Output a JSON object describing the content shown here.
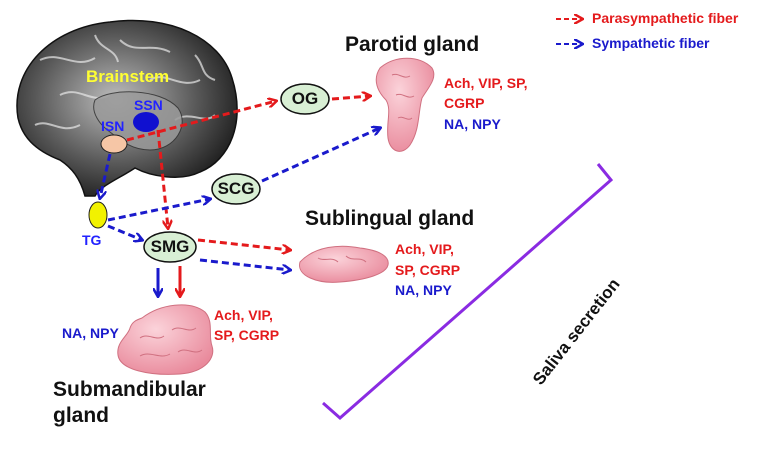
{
  "legend": {
    "parasympathetic": "Parasympathetic fiber",
    "sympathetic": "Sympathetic fiber"
  },
  "colors": {
    "parasympathetic": "#e41a1c",
    "sympathetic": "#1a1acc",
    "bracket": "#8a2be2",
    "gland": "#f4a6b4",
    "node_fill": "#d8efd4"
  },
  "brain": {
    "label": "Brainstem",
    "ssn": "SSN",
    "isn": "ISN",
    "tg": "TG"
  },
  "nodes": {
    "og": "OG",
    "scg": "SCG",
    "smg": "SMG"
  },
  "glands": {
    "parotid": {
      "title": "Parotid gland",
      "para_line1": "Ach, VIP, SP,",
      "para_line2": "CGRP",
      "symp": "NA, NPY"
    },
    "sublingual": {
      "title": "Sublingual gland",
      "para_line1": "Ach, VIP,",
      "para_line2": "SP, CGRP",
      "symp": "NA, NPY"
    },
    "submandibular": {
      "title_line1": "Submandibular",
      "title_line2": "gland",
      "para_line1": "Ach, VIP,",
      "para_line2": "SP, CGRP",
      "symp": "NA, NPY"
    }
  },
  "saliva": "Saliva secretion"
}
